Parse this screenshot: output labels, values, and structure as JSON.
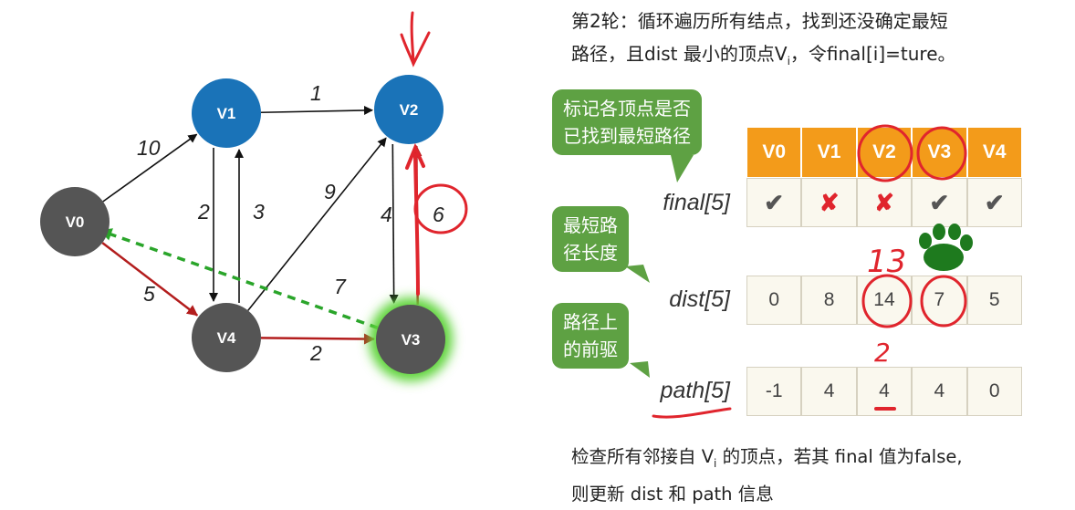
{
  "graph": {
    "nodes": [
      {
        "id": "V0",
        "label": "V0",
        "color": "#555555"
      },
      {
        "id": "V1",
        "label": "V1",
        "color": "#1a73b8"
      },
      {
        "id": "V2",
        "label": "V2",
        "color": "#1a73b8"
      },
      {
        "id": "V3",
        "label": "V3",
        "color": "#555555",
        "glow": "#5ed43a"
      },
      {
        "id": "V4",
        "label": "V4",
        "color": "#555555"
      }
    ],
    "edges": [
      {
        "from": "V0",
        "to": "V1",
        "weight": "10",
        "style": "black"
      },
      {
        "from": "V0",
        "to": "V4",
        "weight": "5",
        "style": "red"
      },
      {
        "from": "V1",
        "to": "V2",
        "weight": "1",
        "style": "black"
      },
      {
        "from": "V1",
        "to": "V4",
        "weight": "2",
        "style": "black"
      },
      {
        "from": "V4",
        "to": "V1",
        "weight": "3",
        "style": "black"
      },
      {
        "from": "V4",
        "to": "V2",
        "weight": "9",
        "style": "black"
      },
      {
        "from": "V4",
        "to": "V3",
        "weight": "2",
        "style": "red"
      },
      {
        "from": "V2",
        "to": "V3",
        "weight": "4",
        "style": "black"
      },
      {
        "from": "V3",
        "to": "V2",
        "weight": "6",
        "style": "red"
      },
      {
        "from": "V3",
        "to": "V0",
        "weight": "7",
        "style": "green-dashed"
      }
    ]
  },
  "title": {
    "line1": "第2轮：循环遍历所有结点，找到还没确定最短",
    "line2_prefix": "路径，且dist 最小的顶点V",
    "line2_sub": "i",
    "line2_suffix": "，令final[i]=ture。"
  },
  "bubbles": {
    "final": [
      "标记各顶点是否",
      "已找到最短路径"
    ],
    "dist": [
      "最短路",
      "径长度"
    ],
    "path": [
      "路径上",
      "的前驱"
    ]
  },
  "table": {
    "headers": [
      "V0",
      "V1",
      "V2",
      "V3",
      "V4"
    ],
    "rows": {
      "final": {
        "label": "final[5]",
        "values": [
          "✔",
          "✘",
          "✘",
          "✔",
          "✔"
        ]
      },
      "dist": {
        "label": "dist[5]",
        "values": [
          "0",
          "8",
          "14",
          "7",
          "5"
        ]
      },
      "path": {
        "label": "path[5]",
        "values": [
          "-1",
          "4",
          "4",
          "4",
          "0"
        ]
      }
    }
  },
  "annotations": {
    "handwritten_above_dist": "13",
    "handwritten_below_dist": "2"
  },
  "footer": {
    "line1_prefix": "检查所有邻接自 V",
    "line1_sub": "i",
    "line1_suffix": " 的顶点，若其 final 值为false,",
    "line2": "则更新 dist 和 path 信息"
  },
  "colors": {
    "accent_orange": "#f39b1a",
    "bubble_green": "#5ea143",
    "ink_red": "#e0252d",
    "node_blue": "#1a73b8",
    "node_gray": "#555555"
  }
}
